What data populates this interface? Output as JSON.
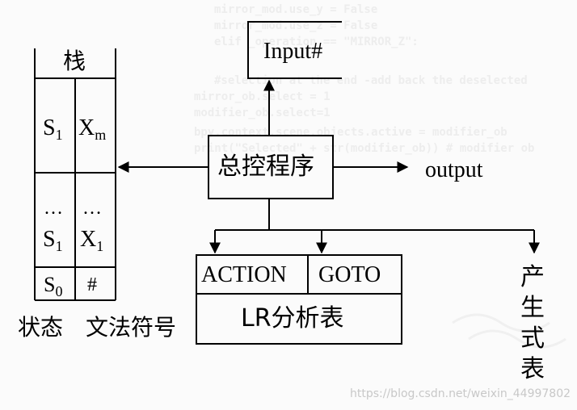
{
  "stack": {
    "header": "栈",
    "row_top": {
      "state": "S",
      "state_sub": "1",
      "symbol": "X",
      "symbol_sub": "m"
    },
    "row_mid": {
      "ellipsis_left": "…",
      "ellipsis_right": "…",
      "state": "S",
      "state_sub": "1",
      "symbol": "X",
      "symbol_sub": "1"
    },
    "row_bottom": {
      "state": "S",
      "state_sub": "0",
      "symbol": "#"
    }
  },
  "labels": {
    "state_column": "状态",
    "symbol_column": "文法符号"
  },
  "boxes": {
    "input": "Input#",
    "control": "总控程序",
    "output": "output",
    "action": "ACTION",
    "goto": "GOTO",
    "table": "LR分析表"
  },
  "productions": [
    "产",
    "生",
    "式",
    "表"
  ],
  "watermark": "https://blog.csdn.net/weixin_44997802"
}
